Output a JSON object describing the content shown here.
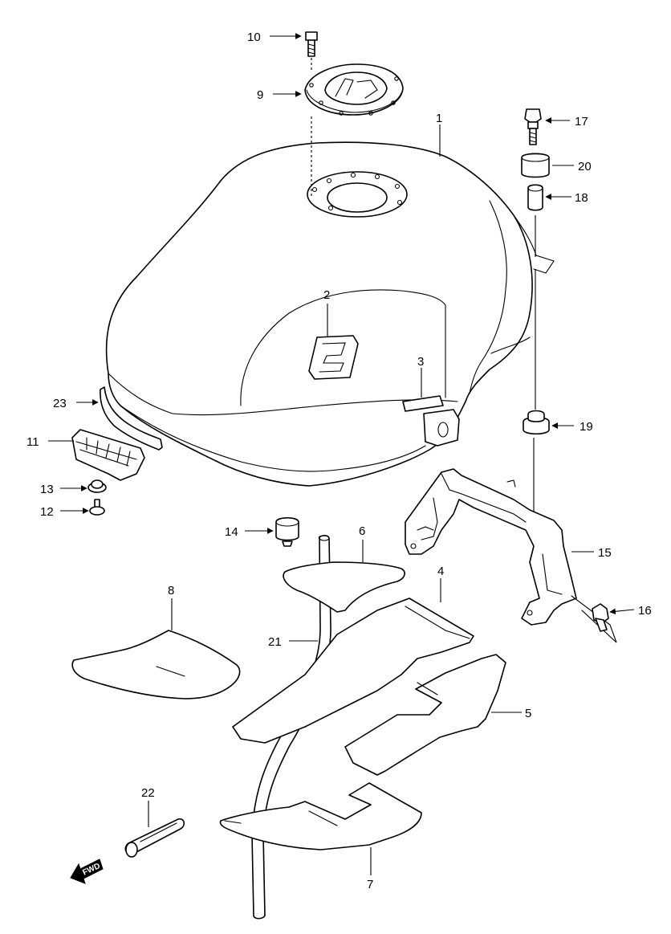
{
  "diagram": {
    "callouts": {
      "c1": "1",
      "c2": "2",
      "c3": "3",
      "c4": "4",
      "c5": "5",
      "c6": "6",
      "c7": "7",
      "c8": "8",
      "c9": "9",
      "c10": "10",
      "c11": "11",
      "c12": "12",
      "c13": "13",
      "c14": "14",
      "c15": "15",
      "c16": "16",
      "c17": "17",
      "c18": "18",
      "c19": "19",
      "c20": "20",
      "c21": "21",
      "c22": "22",
      "c23": "23"
    },
    "forward_arrow_label": "FWD"
  }
}
